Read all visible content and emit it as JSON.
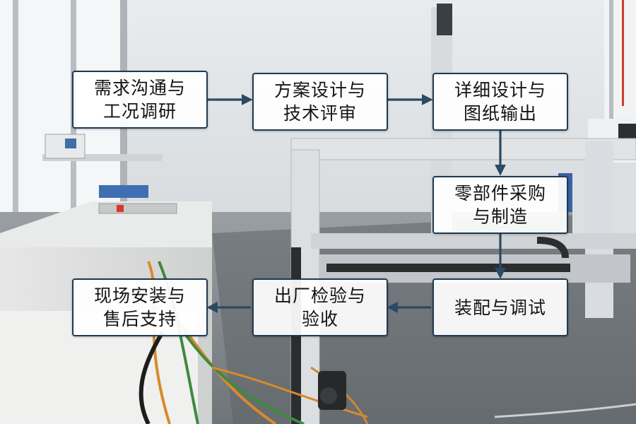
{
  "colors": {
    "box_border": "#1f3a52",
    "arrow": "#2b4a63",
    "box_fill": "#ffffff"
  },
  "steps": [
    {
      "id": "s1",
      "label": "需求沟通与\n工况调研"
    },
    {
      "id": "s2",
      "label": "方案设计与\n技术评审"
    },
    {
      "id": "s3",
      "label": "详细设计与\n图纸输出"
    },
    {
      "id": "s4",
      "label": "零部件采购\n与制造"
    },
    {
      "id": "s5",
      "label": "装配与调试"
    },
    {
      "id": "s6",
      "label": "出厂检验与\n验收"
    },
    {
      "id": "s7",
      "label": "现场安装与\n售后支持"
    }
  ],
  "flow": [
    [
      "s1",
      "s2"
    ],
    [
      "s2",
      "s3"
    ],
    [
      "s3",
      "s4"
    ],
    [
      "s4",
      "s5"
    ],
    [
      "s5",
      "s6"
    ],
    [
      "s6",
      "s7"
    ]
  ]
}
